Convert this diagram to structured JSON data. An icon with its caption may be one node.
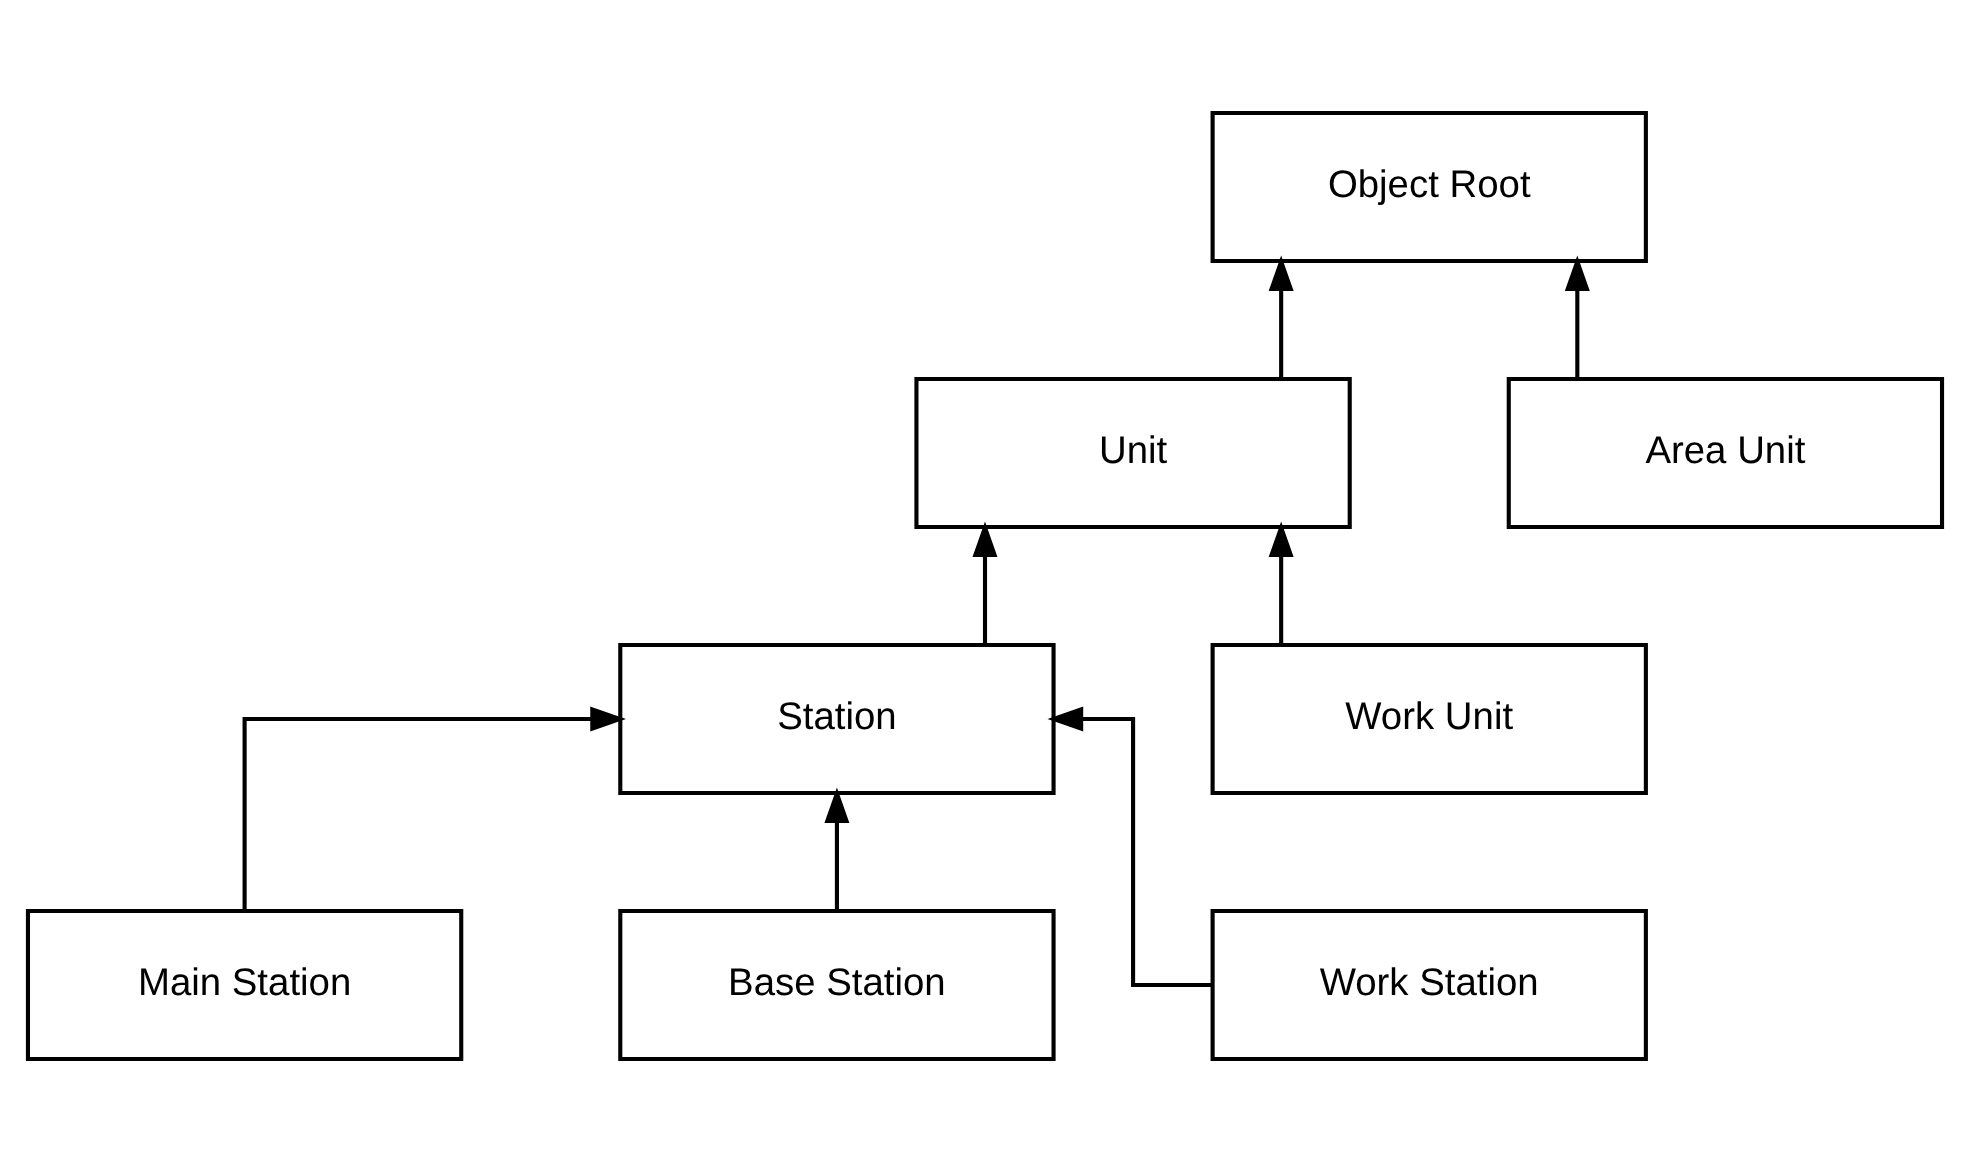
{
  "diagram": {
    "nodes": [
      {
        "text": [
          "Object Root"
        ]
      },
      {
        "text": [
          "Unit"
        ]
      },
      {
        "text": [
          "Area Unit"
        ]
      },
      {
        "text": [
          "Station"
        ]
      },
      {
        "text": [
          "Work Unit"
        ]
      },
      {
        "text": [
          "Main Station"
        ]
      },
      {
        "text": [
          "Base Station"
        ]
      },
      {
        "text": [
          "Work Station"
        ]
      }
    ],
    "edges": [
      {
        "from": 1,
        "to": 0,
        "arrow": "to"
      },
      {
        "from": 2,
        "to": 0,
        "arrow": "to"
      },
      {
        "from": 3,
        "to": 1,
        "arrow": "to"
      },
      {
        "from": 4,
        "to": 1,
        "arrow": "to"
      },
      {
        "from": 5,
        "to": 3,
        "arrow": "to"
      },
      {
        "from": 6,
        "to": 3,
        "arrow": "to"
      },
      {
        "from": 7,
        "to": 3,
        "arrow": "to"
      }
    ]
  }
}
